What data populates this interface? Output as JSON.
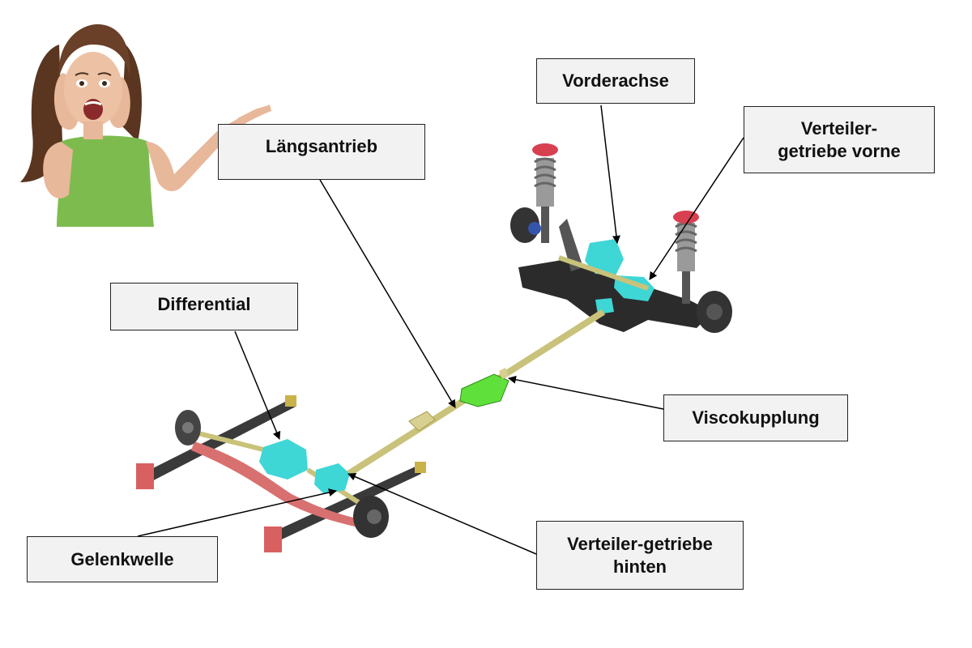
{
  "labels": {
    "vorderachse": "Vorderachse",
    "verteiler_vorne_line1": "Verteiler-",
    "verteiler_vorne_line2": "getriebe vorne",
    "laengsantrieb": "Längsantrieb",
    "differential": "Differential",
    "viscokupplung": "Viscokupplung",
    "verteiler_hinten_line1": "Verteiler-getriebe",
    "verteiler_hinten_line2": "hinten",
    "gelenkwelle": "Gelenkwelle"
  },
  "colors": {
    "label_fill": "#f2f2f2",
    "label_border": "#222222",
    "transfer_case": "#3fd6d6",
    "visco_coupling": "#5fe03a",
    "drive_shaft": "#c9c27a",
    "rear_axle_tube": "#d97070",
    "subframe": "#2b2b2b",
    "strut_top": "#d84050",
    "person_top": "#78b84e"
  },
  "icons": {
    "person": "surprised-woman-illustration",
    "drivetrain": "awd-drivetrain-illustration"
  }
}
